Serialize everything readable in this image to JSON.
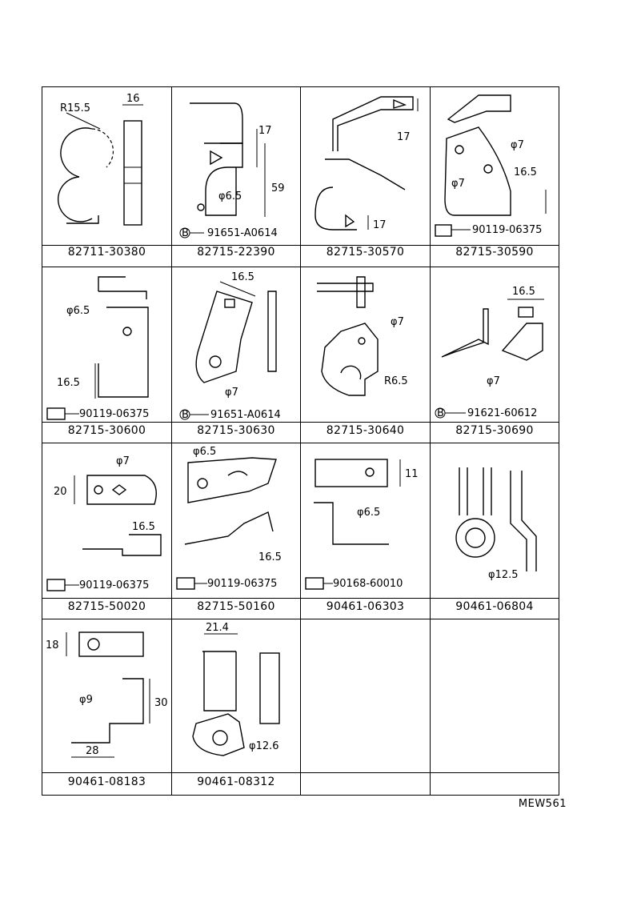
{
  "diagram_title": "",
  "reference_code": "MEW561",
  "cells": [
    {
      "part_number": "82711-30380",
      "dims": [
        "R15.5",
        "16"
      ],
      "hardware": ""
    },
    {
      "part_number": "82715-22390",
      "dims": [
        "17",
        "59",
        "φ6.5"
      ],
      "hardware": "91651-A0614"
    },
    {
      "part_number": "82715-30570",
      "dims": [
        "17",
        "17"
      ],
      "hardware": ""
    },
    {
      "part_number": "82715-30590",
      "dims": [
        "φ7",
        "φ7",
        "16.5"
      ],
      "hardware": "90119-06375"
    },
    {
      "part_number": "82715-30600",
      "dims": [
        "φ6.5",
        "16.5"
      ],
      "hardware": "90119-06375"
    },
    {
      "part_number": "82715-30630",
      "dims": [
        "16.5",
        "φ7"
      ],
      "hardware": "91651-A0614"
    },
    {
      "part_number": "82715-30640",
      "dims": [
        "φ7",
        "R6.5"
      ],
      "hardware": ""
    },
    {
      "part_number": "82715-30690",
      "dims": [
        "16.5",
        "φ7"
      ],
      "hardware": "91621-60612"
    },
    {
      "part_number": "82715-50020",
      "dims": [
        "φ7",
        "20",
        "16.5"
      ],
      "hardware": "90119-06375"
    },
    {
      "part_number": "82715-50160",
      "dims": [
        "φ6.5",
        "16.5"
      ],
      "hardware": "90119-06375"
    },
    {
      "part_number": "90461-06303",
      "dims": [
        "11",
        "φ6.5"
      ],
      "hardware": "90168-60010"
    },
    {
      "part_number": "90461-06804",
      "dims": [
        "φ12.5"
      ],
      "hardware": ""
    },
    {
      "part_number": "90461-08183",
      "dims": [
        "18",
        "φ9",
        "30",
        "28"
      ],
      "hardware": ""
    },
    {
      "part_number": "90461-08312",
      "dims": [
        "21.4",
        "φ12.6"
      ],
      "hardware": ""
    },
    {
      "part_number": "",
      "dims": [],
      "hardware": ""
    },
    {
      "part_number": "",
      "dims": [],
      "hardware": ""
    }
  ]
}
